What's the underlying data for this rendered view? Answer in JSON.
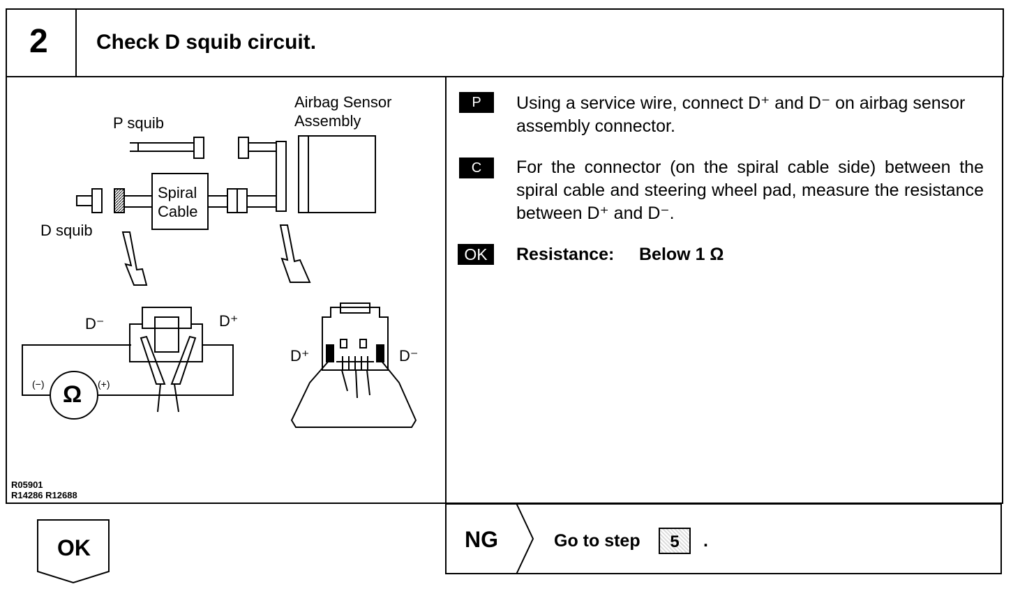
{
  "header": {
    "step_number": "2",
    "title": "Check D squib circuit."
  },
  "diagram": {
    "labels": {
      "p_squib": "P squib",
      "airbag_sensor_line1": "Airbag Sensor",
      "airbag_sensor_line2": "Assembly",
      "spiral_line1": "Spiral",
      "spiral_line2": "Cable",
      "d_squib": "D squib",
      "d_minus_left": "D⁻",
      "d_plus_left": "D⁺",
      "d_plus_right": "D⁺",
      "d_minus_right": "D⁻",
      "ohm_symbol": "Ω",
      "meter_minus": "(−)",
      "meter_plus": "(+)"
    },
    "figure_ids": [
      "R05901",
      "R14286 R12688"
    ]
  },
  "instructions": {
    "p": {
      "tag": "P",
      "text": "Using a service wire, connect D⁺ and D⁻ on airbag sensor assembly connector."
    },
    "c": {
      "tag": "C",
      "text": "For the connector (on the spiral cable side) between the spiral cable and steering wheel pad, measure the resistance between D⁺ and D⁻."
    },
    "ok": {
      "tag": "OK",
      "label": "Resistance:",
      "value": "Below 1 Ω"
    }
  },
  "footer": {
    "ok_label": "OK",
    "ng_label": "NG",
    "goto_text": "Go to step",
    "goto_step": "5",
    "goto_end": "."
  }
}
